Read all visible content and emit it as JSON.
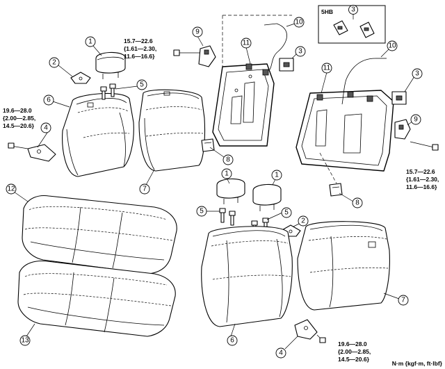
{
  "torque": {
    "lines": [
      "15.7—22.6",
      "{1.61—2.30,",
      "11.6—16.6}"
    ],
    "lines_lower_left": [
      "19.6—28.0",
      "{2.00—2.85,",
      "14.5—20.6}"
    ]
  },
  "variant_box_label": "5HB",
  "units_note": "N·m {kgf·m, ft·lbf}",
  "callouts": [
    "1",
    "2",
    "3",
    "4",
    "5",
    "6",
    "7",
    "8",
    "9",
    "10",
    "11",
    "12",
    "13"
  ]
}
